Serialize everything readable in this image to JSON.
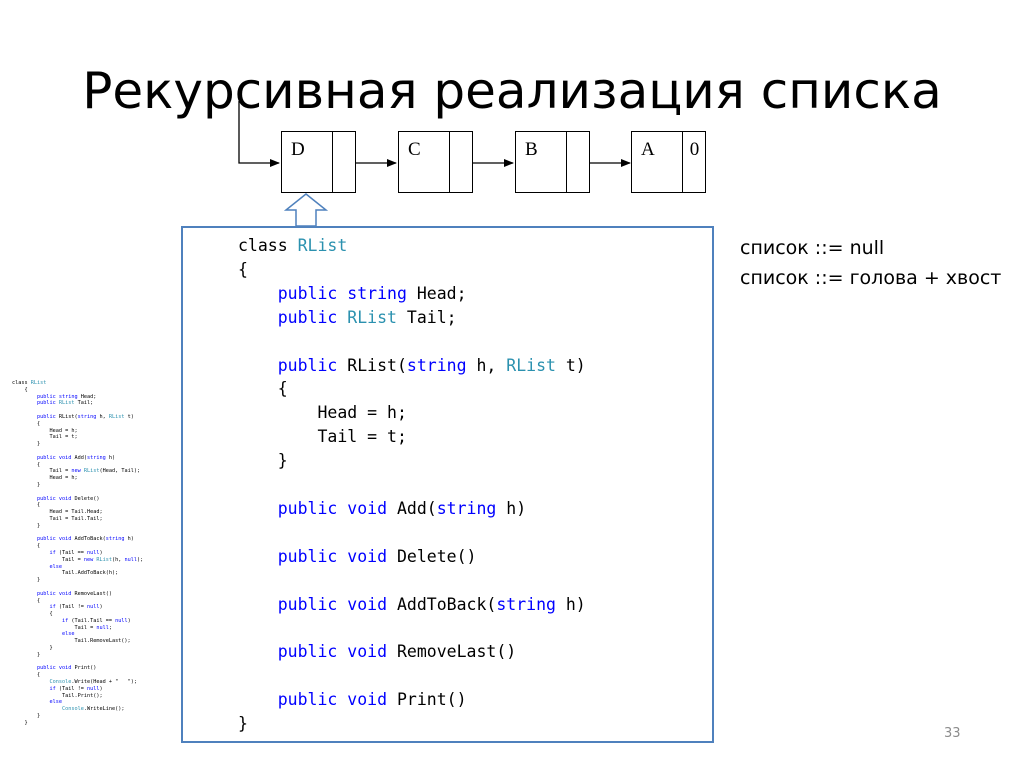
{
  "slide": {
    "title": "Рекурсивная реализация списка",
    "page_number": "33"
  },
  "diagram": {
    "nodes": [
      {
        "value": "D",
        "pointer": ""
      },
      {
        "value": "C",
        "pointer": ""
      },
      {
        "value": "B",
        "pointer": ""
      },
      {
        "value": "A",
        "pointer": "0"
      }
    ]
  },
  "grammar": {
    "line1": "список ::= null",
    "line2": "список ::= голова + хвост"
  },
  "code": {
    "lines": [
      [
        [
          "p",
          "class "
        ],
        [
          "t",
          "RList"
        ]
      ],
      [
        [
          "p",
          "{"
        ]
      ],
      [
        [
          "p",
          "    "
        ],
        [
          "k",
          "public"
        ],
        [
          "p",
          " "
        ],
        [
          "k",
          "string"
        ],
        [
          "p",
          " Head;"
        ]
      ],
      [
        [
          "p",
          "    "
        ],
        [
          "k",
          "public"
        ],
        [
          "p",
          " "
        ],
        [
          "t",
          "RList"
        ],
        [
          "p",
          " Tail;"
        ]
      ],
      [
        [
          "p",
          ""
        ]
      ],
      [
        [
          "p",
          "    "
        ],
        [
          "k",
          "public"
        ],
        [
          "p",
          " RList("
        ],
        [
          "k",
          "string"
        ],
        [
          "p",
          " h, "
        ],
        [
          "t",
          "RList"
        ],
        [
          "p",
          " t)"
        ]
      ],
      [
        [
          "p",
          "    {"
        ]
      ],
      [
        [
          "p",
          "        Head = h;"
        ]
      ],
      [
        [
          "p",
          "        Tail = t;"
        ]
      ],
      [
        [
          "p",
          "    }"
        ]
      ],
      [
        [
          "p",
          ""
        ]
      ],
      [
        [
          "p",
          "    "
        ],
        [
          "k",
          "public"
        ],
        [
          "p",
          " "
        ],
        [
          "k",
          "void"
        ],
        [
          "p",
          " Add("
        ],
        [
          "k",
          "string"
        ],
        [
          "p",
          " h)"
        ]
      ],
      [
        [
          "p",
          ""
        ]
      ],
      [
        [
          "p",
          "    "
        ],
        [
          "k",
          "public"
        ],
        [
          "p",
          " "
        ],
        [
          "k",
          "void"
        ],
        [
          "p",
          " Delete()"
        ]
      ],
      [
        [
          "p",
          ""
        ]
      ],
      [
        [
          "p",
          "    "
        ],
        [
          "k",
          "public"
        ],
        [
          "p",
          " "
        ],
        [
          "k",
          "void"
        ],
        [
          "p",
          " AddToBack("
        ],
        [
          "k",
          "string"
        ],
        [
          "p",
          " h)"
        ]
      ],
      [
        [
          "p",
          ""
        ]
      ],
      [
        [
          "p",
          "    "
        ],
        [
          "k",
          "public"
        ],
        [
          "p",
          " "
        ],
        [
          "k",
          "void"
        ],
        [
          "p",
          " RemoveLast()"
        ]
      ],
      [
        [
          "p",
          ""
        ]
      ],
      [
        [
          "p",
          "    "
        ],
        [
          "k",
          "public"
        ],
        [
          "p",
          " "
        ],
        [
          "k",
          "void"
        ],
        [
          "p",
          " Print()"
        ]
      ],
      [
        [
          "p",
          "}"
        ]
      ]
    ]
  },
  "mini_code": {
    "lines": [
      [
        [
          "p",
          "class "
        ],
        [
          "t",
          "RList"
        ]
      ],
      [
        [
          "p",
          "    {"
        ]
      ],
      [
        [
          "p",
          "        "
        ],
        [
          "k",
          "public"
        ],
        [
          "p",
          " "
        ],
        [
          "k",
          "string"
        ],
        [
          "p",
          " Head;"
        ]
      ],
      [
        [
          "p",
          "        "
        ],
        [
          "k",
          "public"
        ],
        [
          "p",
          " "
        ],
        [
          "t",
          "RList"
        ],
        [
          "p",
          " Tail;"
        ]
      ],
      [
        [
          "p",
          ""
        ]
      ],
      [
        [
          "p",
          "        "
        ],
        [
          "k",
          "public"
        ],
        [
          "p",
          " RList("
        ],
        [
          "k",
          "string"
        ],
        [
          "p",
          " h, "
        ],
        [
          "t",
          "RList"
        ],
        [
          "p",
          " t)"
        ]
      ],
      [
        [
          "p",
          "        {"
        ]
      ],
      [
        [
          "p",
          "            Head = h;"
        ]
      ],
      [
        [
          "p",
          "            Tail = t;"
        ]
      ],
      [
        [
          "p",
          "        }"
        ]
      ],
      [
        [
          "p",
          ""
        ]
      ],
      [
        [
          "p",
          "        "
        ],
        [
          "k",
          "public"
        ],
        [
          "p",
          " "
        ],
        [
          "k",
          "void"
        ],
        [
          "p",
          " Add("
        ],
        [
          "k",
          "string"
        ],
        [
          "p",
          " h)"
        ]
      ],
      [
        [
          "p",
          "        {"
        ]
      ],
      [
        [
          "p",
          "            Tail = "
        ],
        [
          "k",
          "new"
        ],
        [
          "p",
          " "
        ],
        [
          "t",
          "RList"
        ],
        [
          "p",
          "(Head, Tail);"
        ]
      ],
      [
        [
          "p",
          "            Head = h;"
        ]
      ],
      [
        [
          "p",
          "        }"
        ]
      ],
      [
        [
          "p",
          ""
        ]
      ],
      [
        [
          "p",
          "        "
        ],
        [
          "k",
          "public"
        ],
        [
          "p",
          " "
        ],
        [
          "k",
          "void"
        ],
        [
          "p",
          " Delete()"
        ]
      ],
      [
        [
          "p",
          "        {"
        ]
      ],
      [
        [
          "p",
          "            Head = Tail.Head;"
        ]
      ],
      [
        [
          "p",
          "            Tail = Tail.Tail;"
        ]
      ],
      [
        [
          "p",
          "        }"
        ]
      ],
      [
        [
          "p",
          ""
        ]
      ],
      [
        [
          "p",
          "        "
        ],
        [
          "k",
          "public"
        ],
        [
          "p",
          " "
        ],
        [
          "k",
          "void"
        ],
        [
          "p",
          " AddToBack("
        ],
        [
          "k",
          "string"
        ],
        [
          "p",
          " h)"
        ]
      ],
      [
        [
          "p",
          "        {"
        ]
      ],
      [
        [
          "p",
          "            "
        ],
        [
          "k",
          "if"
        ],
        [
          "p",
          " (Tail == "
        ],
        [
          "k",
          "null"
        ],
        [
          "p",
          ")"
        ]
      ],
      [
        [
          "p",
          "                Tail = "
        ],
        [
          "k",
          "new"
        ],
        [
          "p",
          " "
        ],
        [
          "t",
          "RList"
        ],
        [
          "p",
          "(h, "
        ],
        [
          "k",
          "null"
        ],
        [
          "p",
          ");"
        ]
      ],
      [
        [
          "p",
          "            "
        ],
        [
          "k",
          "else"
        ]
      ],
      [
        [
          "p",
          "                Tail.AddToBack(h);"
        ]
      ],
      [
        [
          "p",
          "        }"
        ]
      ],
      [
        [
          "p",
          ""
        ]
      ],
      [
        [
          "p",
          "        "
        ],
        [
          "k",
          "public"
        ],
        [
          "p",
          " "
        ],
        [
          "k",
          "void"
        ],
        [
          "p",
          " RemoveLast()"
        ]
      ],
      [
        [
          "p",
          "        {"
        ]
      ],
      [
        [
          "p",
          "            "
        ],
        [
          "k",
          "if"
        ],
        [
          "p",
          " (Tail != "
        ],
        [
          "k",
          "null"
        ],
        [
          "p",
          ")"
        ]
      ],
      [
        [
          "p",
          "            {"
        ]
      ],
      [
        [
          "p",
          "                "
        ],
        [
          "k",
          "if"
        ],
        [
          "p",
          " (Tail.Tail == "
        ],
        [
          "k",
          "null"
        ],
        [
          "p",
          ")"
        ]
      ],
      [
        [
          "p",
          "                    Tail = "
        ],
        [
          "k",
          "null"
        ],
        [
          "p",
          ";"
        ]
      ],
      [
        [
          "p",
          "                "
        ],
        [
          "k",
          "else"
        ]
      ],
      [
        [
          "p",
          "                    Tail.RemoveLast();"
        ]
      ],
      [
        [
          "p",
          "            }"
        ]
      ],
      [
        [
          "p",
          "        }"
        ]
      ],
      [
        [
          "p",
          ""
        ]
      ],
      [
        [
          "p",
          "        "
        ],
        [
          "k",
          "public"
        ],
        [
          "p",
          " "
        ],
        [
          "k",
          "void"
        ],
        [
          "p",
          " Print()"
        ]
      ],
      [
        [
          "p",
          "        {"
        ]
      ],
      [
        [
          "p",
          "            "
        ],
        [
          "t",
          "Console"
        ],
        [
          "p",
          ".Write(Head + \"   \");"
        ]
      ],
      [
        [
          "p",
          "            "
        ],
        [
          "k",
          "if"
        ],
        [
          "p",
          " (Tail != "
        ],
        [
          "k",
          "null"
        ],
        [
          "p",
          ")"
        ]
      ],
      [
        [
          "p",
          "                Tail.Print();"
        ]
      ],
      [
        [
          "p",
          "            "
        ],
        [
          "k",
          "else"
        ]
      ],
      [
        [
          "p",
          "                "
        ],
        [
          "t",
          "Console"
        ],
        [
          "p",
          ".WriteLine();"
        ]
      ],
      [
        [
          "p",
          "        }"
        ]
      ],
      [
        [
          "p",
          "    }"
        ]
      ]
    ]
  },
  "colors": {
    "keyword": "#0000ff",
    "type": "#2b91af",
    "code_border": "#4f81bd",
    "page_number": "#8c8c8c"
  }
}
